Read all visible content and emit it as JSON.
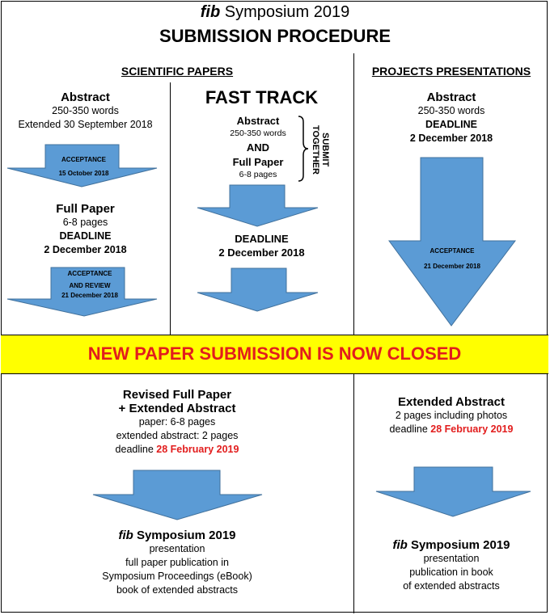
{
  "header": {
    "title_italic": "fib",
    "title_rest": " Symposium 2019",
    "subtitle": "SUBMISSION PROCEDURE"
  },
  "scientific": {
    "heading": "SCIENTIFIC PAPERS",
    "abstract_title": "Abstract",
    "abstract_words": "250-350 words",
    "abstract_extended": "Extended 30 September 2018",
    "arrow1_line1": "ACCEPTANCE",
    "arrow1_line2": "15 October 2018",
    "fullpaper_title": "Full Paper",
    "fullpaper_pages": "6-8 pages",
    "fullpaper_deadline_label": "DEADLINE",
    "fullpaper_deadline_date": "2 December 2018",
    "arrow2_line1": "ACCEPTANCE",
    "arrow2_line2": "AND REVIEW",
    "arrow2_line3": "21 December 2018"
  },
  "fasttrack": {
    "heading": "FAST TRACK",
    "abstract_title": "Abstract",
    "abstract_words": "250-350 words",
    "and": "AND",
    "fullpaper_title": "Full Paper",
    "fullpaper_pages": "6-8 pages",
    "submit_line1": "SUBMIT",
    "submit_line2": "TOGETHER",
    "deadline_label": "DEADLINE",
    "deadline_date": "2 December 2018"
  },
  "projects": {
    "heading": "PROJECTS PRESENTATIONS",
    "abstract_title": "Abstract",
    "abstract_words": "250-350 words",
    "deadline_label": "DEADLINE",
    "deadline_date": "2 December 2018",
    "arrow_line1": "ACCEPTANCE",
    "arrow_line2": "21 December 2018"
  },
  "banner": {
    "text": "NEW PAPER SUBMISSION IS NOW CLOSED"
  },
  "bottom_left": {
    "title1": "Revised Full Paper",
    "title2": "+ Extended Abstract",
    "line1": "paper: 6-8 pages",
    "line2": "extended abstract: 2 pages",
    "deadline_prefix": "deadline ",
    "deadline_date": "28 February 2019",
    "result_italic": "fib",
    "result_rest": " Symposium 2019",
    "result_line1": "presentation",
    "result_line2": "full paper publication in",
    "result_line3": "Symposium Proceedings (eBook)",
    "result_line4": "book of extended abstracts"
  },
  "bottom_right": {
    "title": "Extended Abstract",
    "line1": "2 pages including photos",
    "deadline_prefix": "deadline ",
    "deadline_date": "28 February 2019",
    "result_italic": "fib",
    "result_rest": " Symposium 2019",
    "result_line1": "presentation",
    "result_line2": "publication in book",
    "result_line3": "of extended abstracts"
  },
  "colors": {
    "arrow_fill": "#5b9bd5",
    "arrow_stroke": "#41719c",
    "banner_bg": "#ffff00",
    "highlight_red": "#e21d1d"
  }
}
